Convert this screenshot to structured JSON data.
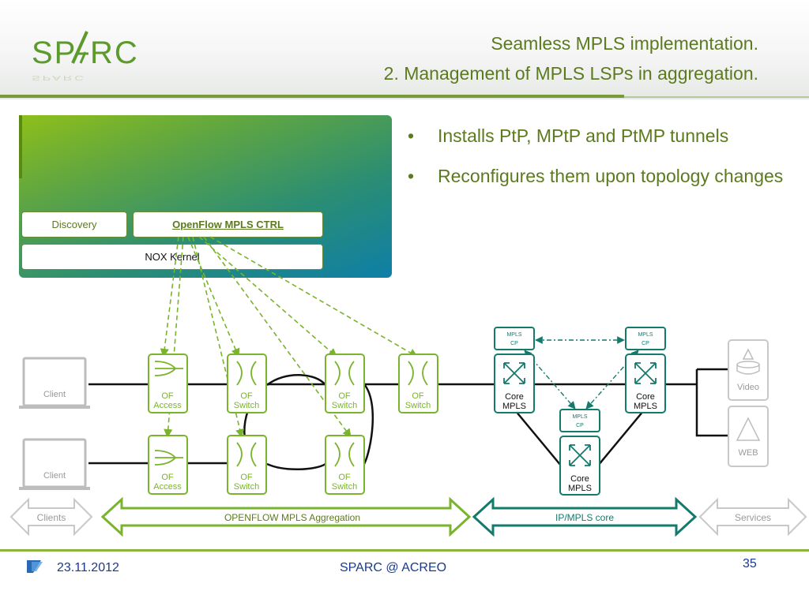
{
  "header": {
    "logo_text": "SPARC",
    "title_line1": "Seamless MPLS implementation.",
    "title_line2": "2. Management of MPLS LSPs in aggregation."
  },
  "controller": {
    "discovery": "Discovery",
    "openflow_ctrl": "OpenFlow MPLS CTRL",
    "nox_kernel": "NOX Kernel"
  },
  "bullets": [
    "Installs PtP, MPtP and PtMP tunnels",
    "Reconfigures them upon topology changes"
  ],
  "devices": {
    "client": "Client",
    "of_access_1": "OF",
    "of_access_2": "Access",
    "of_switch_1": "OF",
    "of_switch_2": "Switch",
    "core_1": "Core",
    "core_2": "MPLS",
    "mpls_cp_1": "MPLS",
    "mpls_cp_2": "CP",
    "video": "Video",
    "web": "WEB"
  },
  "segments": {
    "clients": "Clients",
    "aggregation": "OPENFLOW MPLS Aggregation",
    "core": "IP/MPLS core",
    "services": "Services"
  },
  "footer": {
    "date": "23.11.2012",
    "center": "SPARC @ ACREO",
    "page": "35"
  },
  "colors": {
    "green": "#7ab42d",
    "teal": "#147a6c",
    "gray": "#b5b5b5",
    "title": "#5c7a1e"
  }
}
